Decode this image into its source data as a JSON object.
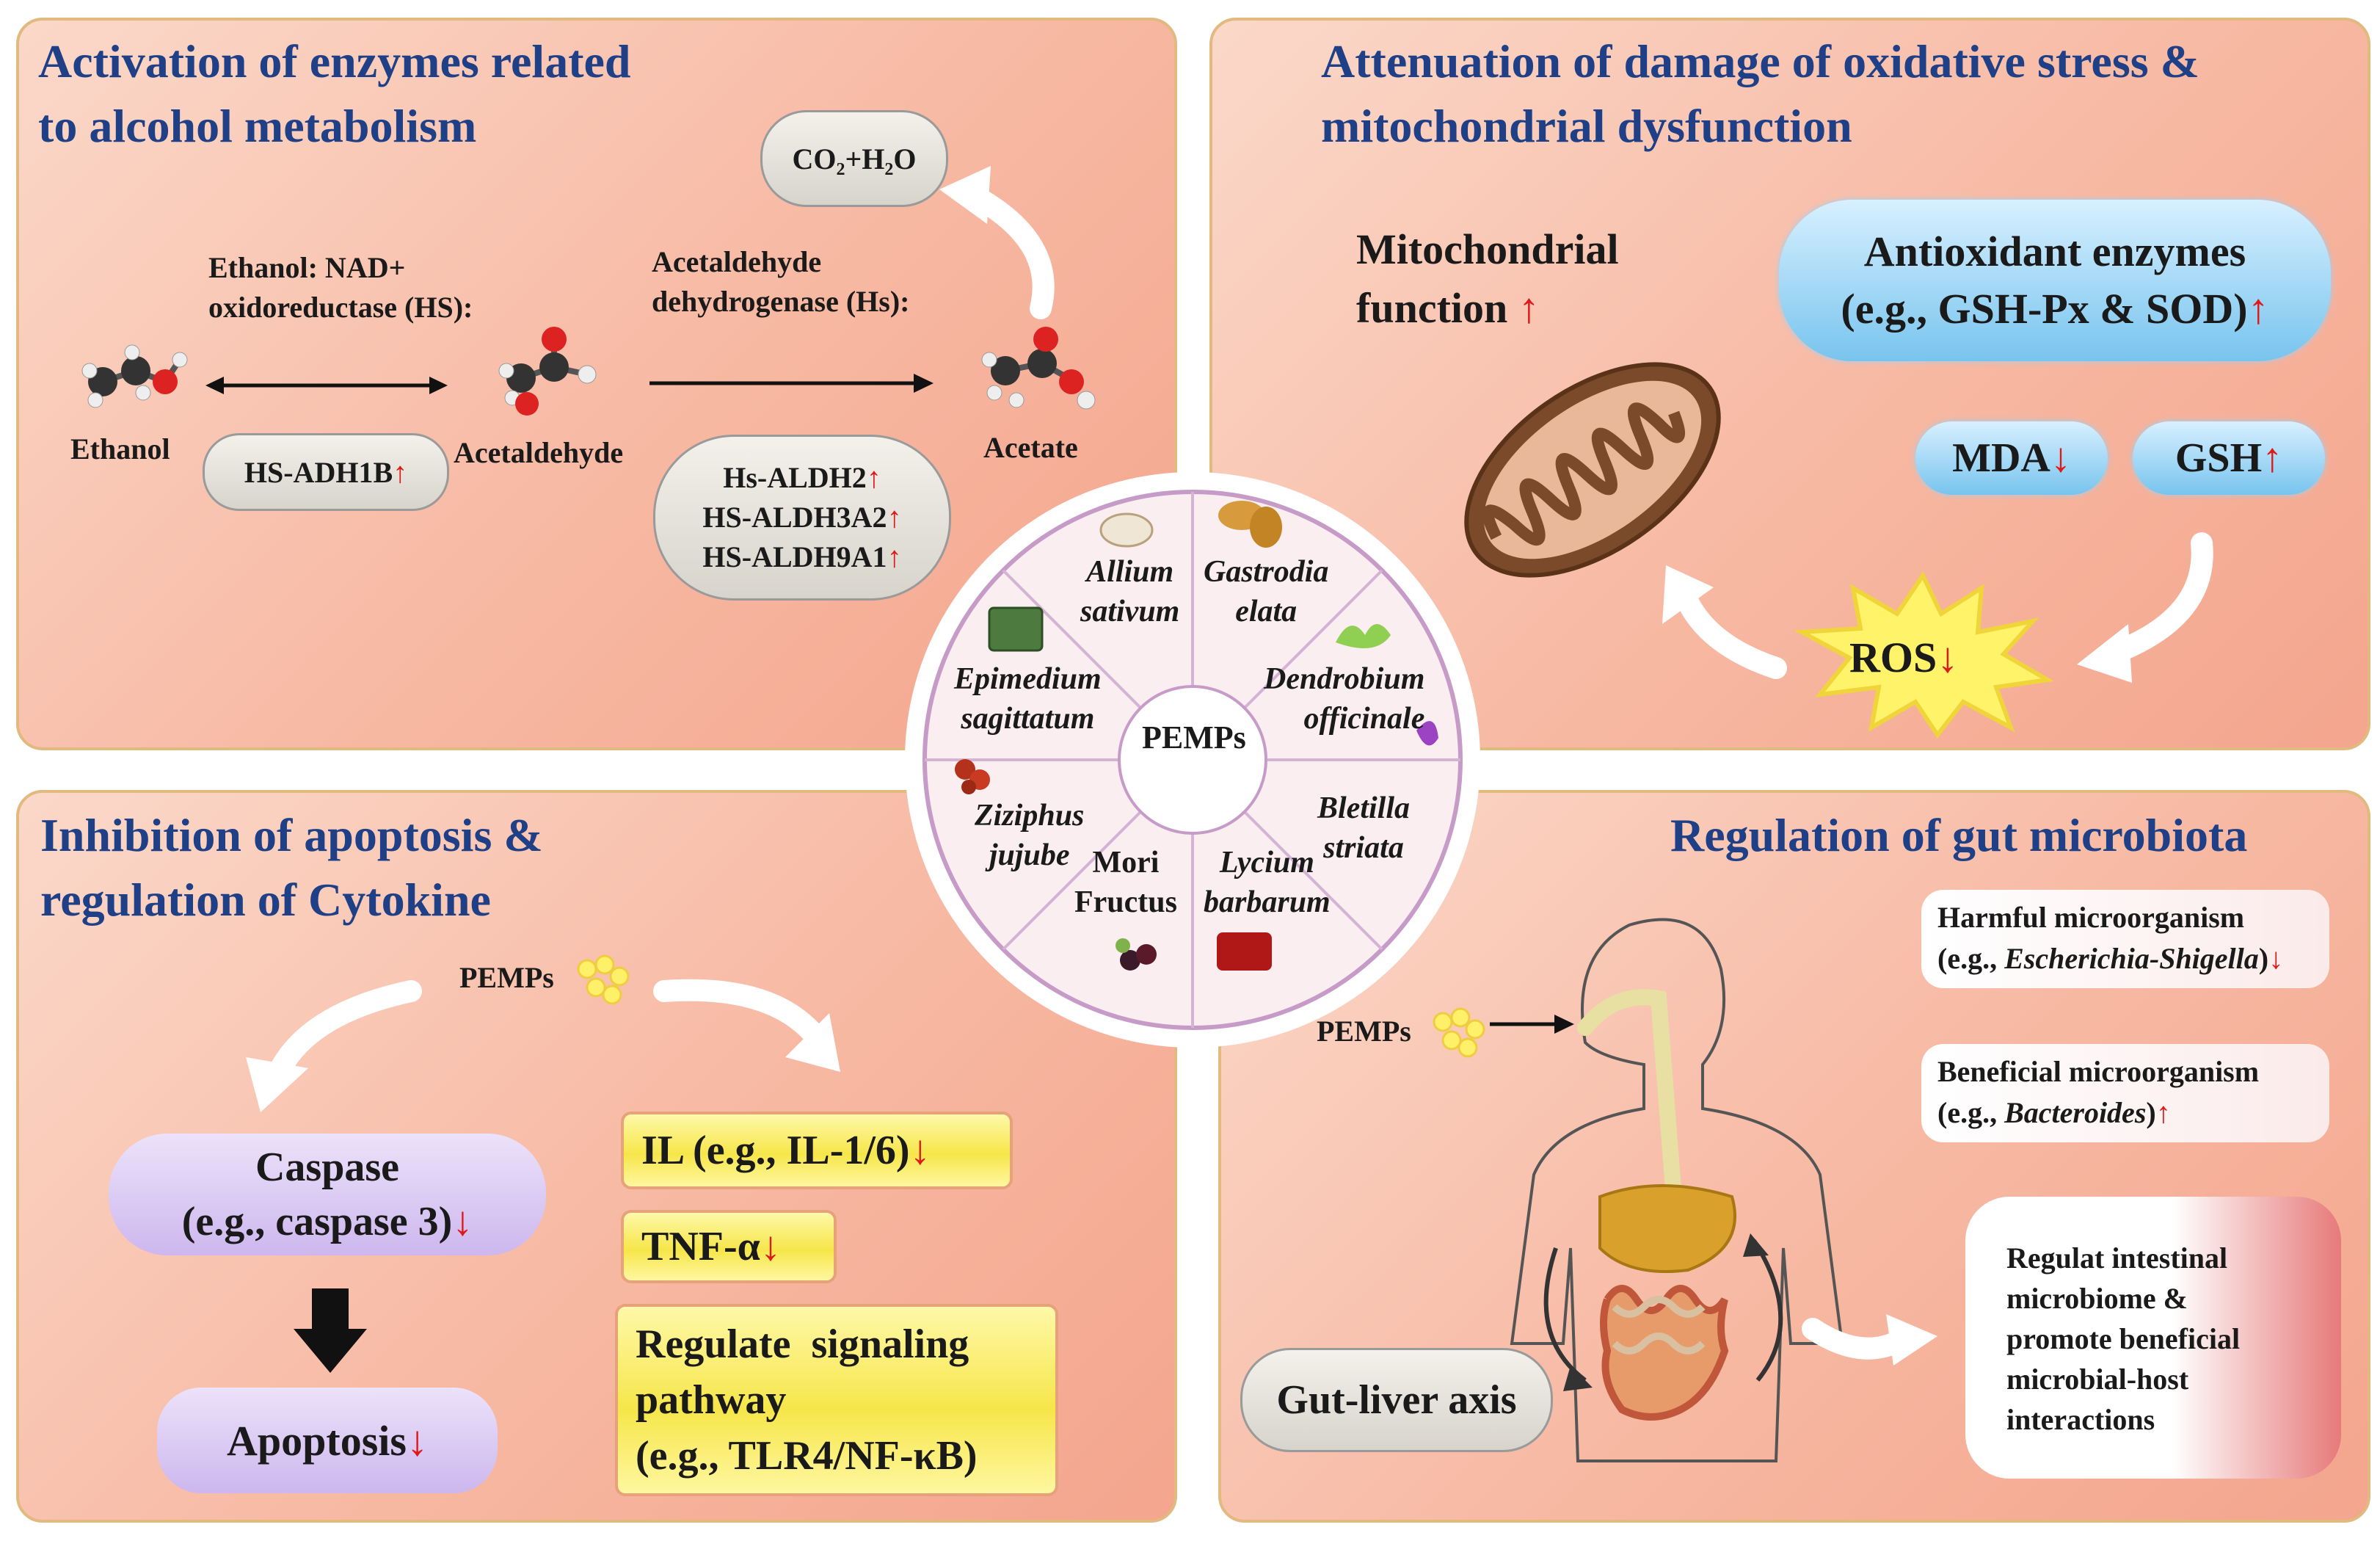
{
  "panels": {
    "top_left": {
      "title_line1": "Activation of enzymes related",
      "title_line2": "to alcohol metabolism",
      "product": "CO₂+H₂O",
      "enzyme1_line1": "Ethanol: NAD+",
      "enzyme1_line2": "oxidoreductase (HS):",
      "enzyme2_line1": "Acetaldehyde",
      "enzyme2_line2": "dehydrogenase (Hs):",
      "ethanol": "Ethanol",
      "acetaldehyde": "Acetaldehyde",
      "acetate": "Acetate",
      "adh_gene": "HS-ADH1B",
      "aldh_genes": [
        "Hs-ALDH2",
        "HS-ALDH3A2",
        "HS-ALDH9A1"
      ],
      "up_arrow": "↑"
    },
    "top_right": {
      "title_line1": "Attenuation of damage of oxidative stress &",
      "title_line2": "mitochondrial dysfunction",
      "mito_line1": "Mitochondrial",
      "mito_line2": "function",
      "antiox_line1": "Antioxidant enzymes",
      "antiox_line2": "(e.g., GSH-Px & SOD)",
      "mda": "MDA",
      "gsh": "GSH",
      "ros": "ROS",
      "up_arrow": "↑",
      "down_arrow": "↓"
    },
    "bottom_left": {
      "title_line1": "Inhibition of apoptosis &",
      "title_line2": "regulation of Cytokine",
      "pemps": "PEMPs",
      "caspase_line1": "Caspase",
      "caspase_line2": "(e.g., caspase 3)",
      "apoptosis": "Apoptosis",
      "il": "IL (e.g., IL-1/6)",
      "tnf": "TNF-α",
      "signal_line1": "Regulate  signaling",
      "signal_line2": "pathway",
      "signal_line3": "(e.g., TLR4/NF-κB)",
      "down_arrow": "↓"
    },
    "bottom_right": {
      "title": "Regulation of gut microbiota",
      "harmful_line1": "Harmful microorganism",
      "harmful_prefix": "(e.g., ",
      "harmful_name": "Escherichia-Shigella",
      "harmful_suffix": ")",
      "beneficial_line1": "Beneficial microorganism",
      "beneficial_prefix": "(e.g., ",
      "beneficial_name": "Bacteroides",
      "beneficial_suffix": ")",
      "pemps": "PEMPs",
      "gut_liver": "Gut-liver axis",
      "outcome": [
        "Regulat intestinal",
        "microbiome &",
        "promote beneficial",
        "microbial-host",
        "interactions"
      ],
      "up_arrow": "↑",
      "down_arrow": "↓"
    }
  },
  "center": {
    "hub": "PEMPs",
    "plants": [
      {
        "line1": "Allium",
        "line2": "sativum",
        "italic": true
      },
      {
        "line1": "Gastrodia",
        "line2": "elata",
        "italic": true
      },
      {
        "line1": "Dendrobium",
        "line2": "officinale",
        "italic": true
      },
      {
        "line1": "Bletilla",
        "line2": "striata",
        "italic": true
      },
      {
        "line1": "Lycium",
        "line2": "barbarum",
        "italic": true
      },
      {
        "line1": "Mori",
        "line2": "Fructus",
        "italic": false
      },
      {
        "line1": "Ziziphus",
        "line2": "jujube",
        "italic": true
      },
      {
        "line1": "Epimedium",
        "line2": "sagittatum",
        "italic": true
      }
    ]
  },
  "colors": {
    "title_blue": "#1f3f86",
    "up_down_red": "#e01818",
    "panel_border": "#e2b97f"
  }
}
